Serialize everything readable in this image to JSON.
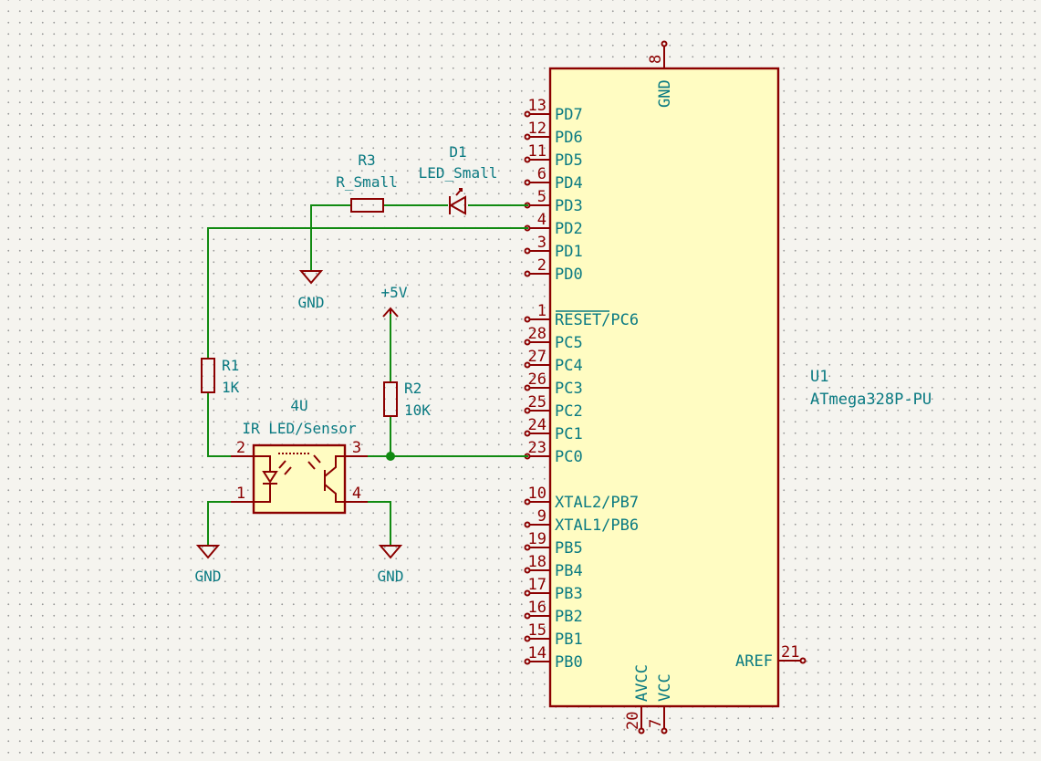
{
  "mcu": {
    "ref": "U1",
    "value": "ATmega328P-PU",
    "left_pins": [
      {
        "num": "13",
        "name": "PD7"
      },
      {
        "num": "12",
        "name": "PD6"
      },
      {
        "num": "11",
        "name": "PD5"
      },
      {
        "num": "6",
        "name": "PD4"
      },
      {
        "num": "5",
        "name": "PD3"
      },
      {
        "num": "4",
        "name": "PD2"
      },
      {
        "num": "3",
        "name": "PD1"
      },
      {
        "num": "2",
        "name": "PD0"
      },
      {
        "num": "1",
        "name": "RESET/PC6"
      },
      {
        "num": "28",
        "name": "PC5"
      },
      {
        "num": "27",
        "name": "PC4"
      },
      {
        "num": "26",
        "name": "PC3"
      },
      {
        "num": "25",
        "name": "PC2"
      },
      {
        "num": "24",
        "name": "PC1"
      },
      {
        "num": "23",
        "name": "PC0"
      },
      {
        "num": "10",
        "name": "XTAL2/PB7"
      },
      {
        "num": "9",
        "name": "XTAL1/PB6"
      },
      {
        "num": "19",
        "name": "PB5"
      },
      {
        "num": "18",
        "name": "PB4"
      },
      {
        "num": "17",
        "name": "PB3"
      },
      {
        "num": "16",
        "name": "PB2"
      },
      {
        "num": "15",
        "name": "PB1"
      },
      {
        "num": "14",
        "name": "PB0"
      }
    ],
    "top_pin": {
      "num": "8",
      "name": "GND"
    },
    "bottom_pins": [
      {
        "num": "20",
        "name": "AVCC"
      },
      {
        "num": "7",
        "name": "VCC"
      }
    ],
    "right_pin": {
      "num": "21",
      "name": "AREF"
    }
  },
  "r3": {
    "ref": "R3",
    "value": "R_Small"
  },
  "d1": {
    "ref": "D1",
    "value": "LED_Small"
  },
  "r1": {
    "ref": "R1",
    "value": "1K"
  },
  "r2": {
    "ref": "R2",
    "value": "10K"
  },
  "sensor": {
    "ref": "4U",
    "value": "IR LED/Sensor",
    "pins": [
      "2",
      "1",
      "3",
      "4"
    ]
  },
  "power": {
    "gnd_label": "GND",
    "vcc_label": "+5V"
  },
  "colors": {
    "wire": "#118a11",
    "symbol": "#8b0000",
    "text": "#0a7a82",
    "body_fill": "#fffcc2"
  }
}
